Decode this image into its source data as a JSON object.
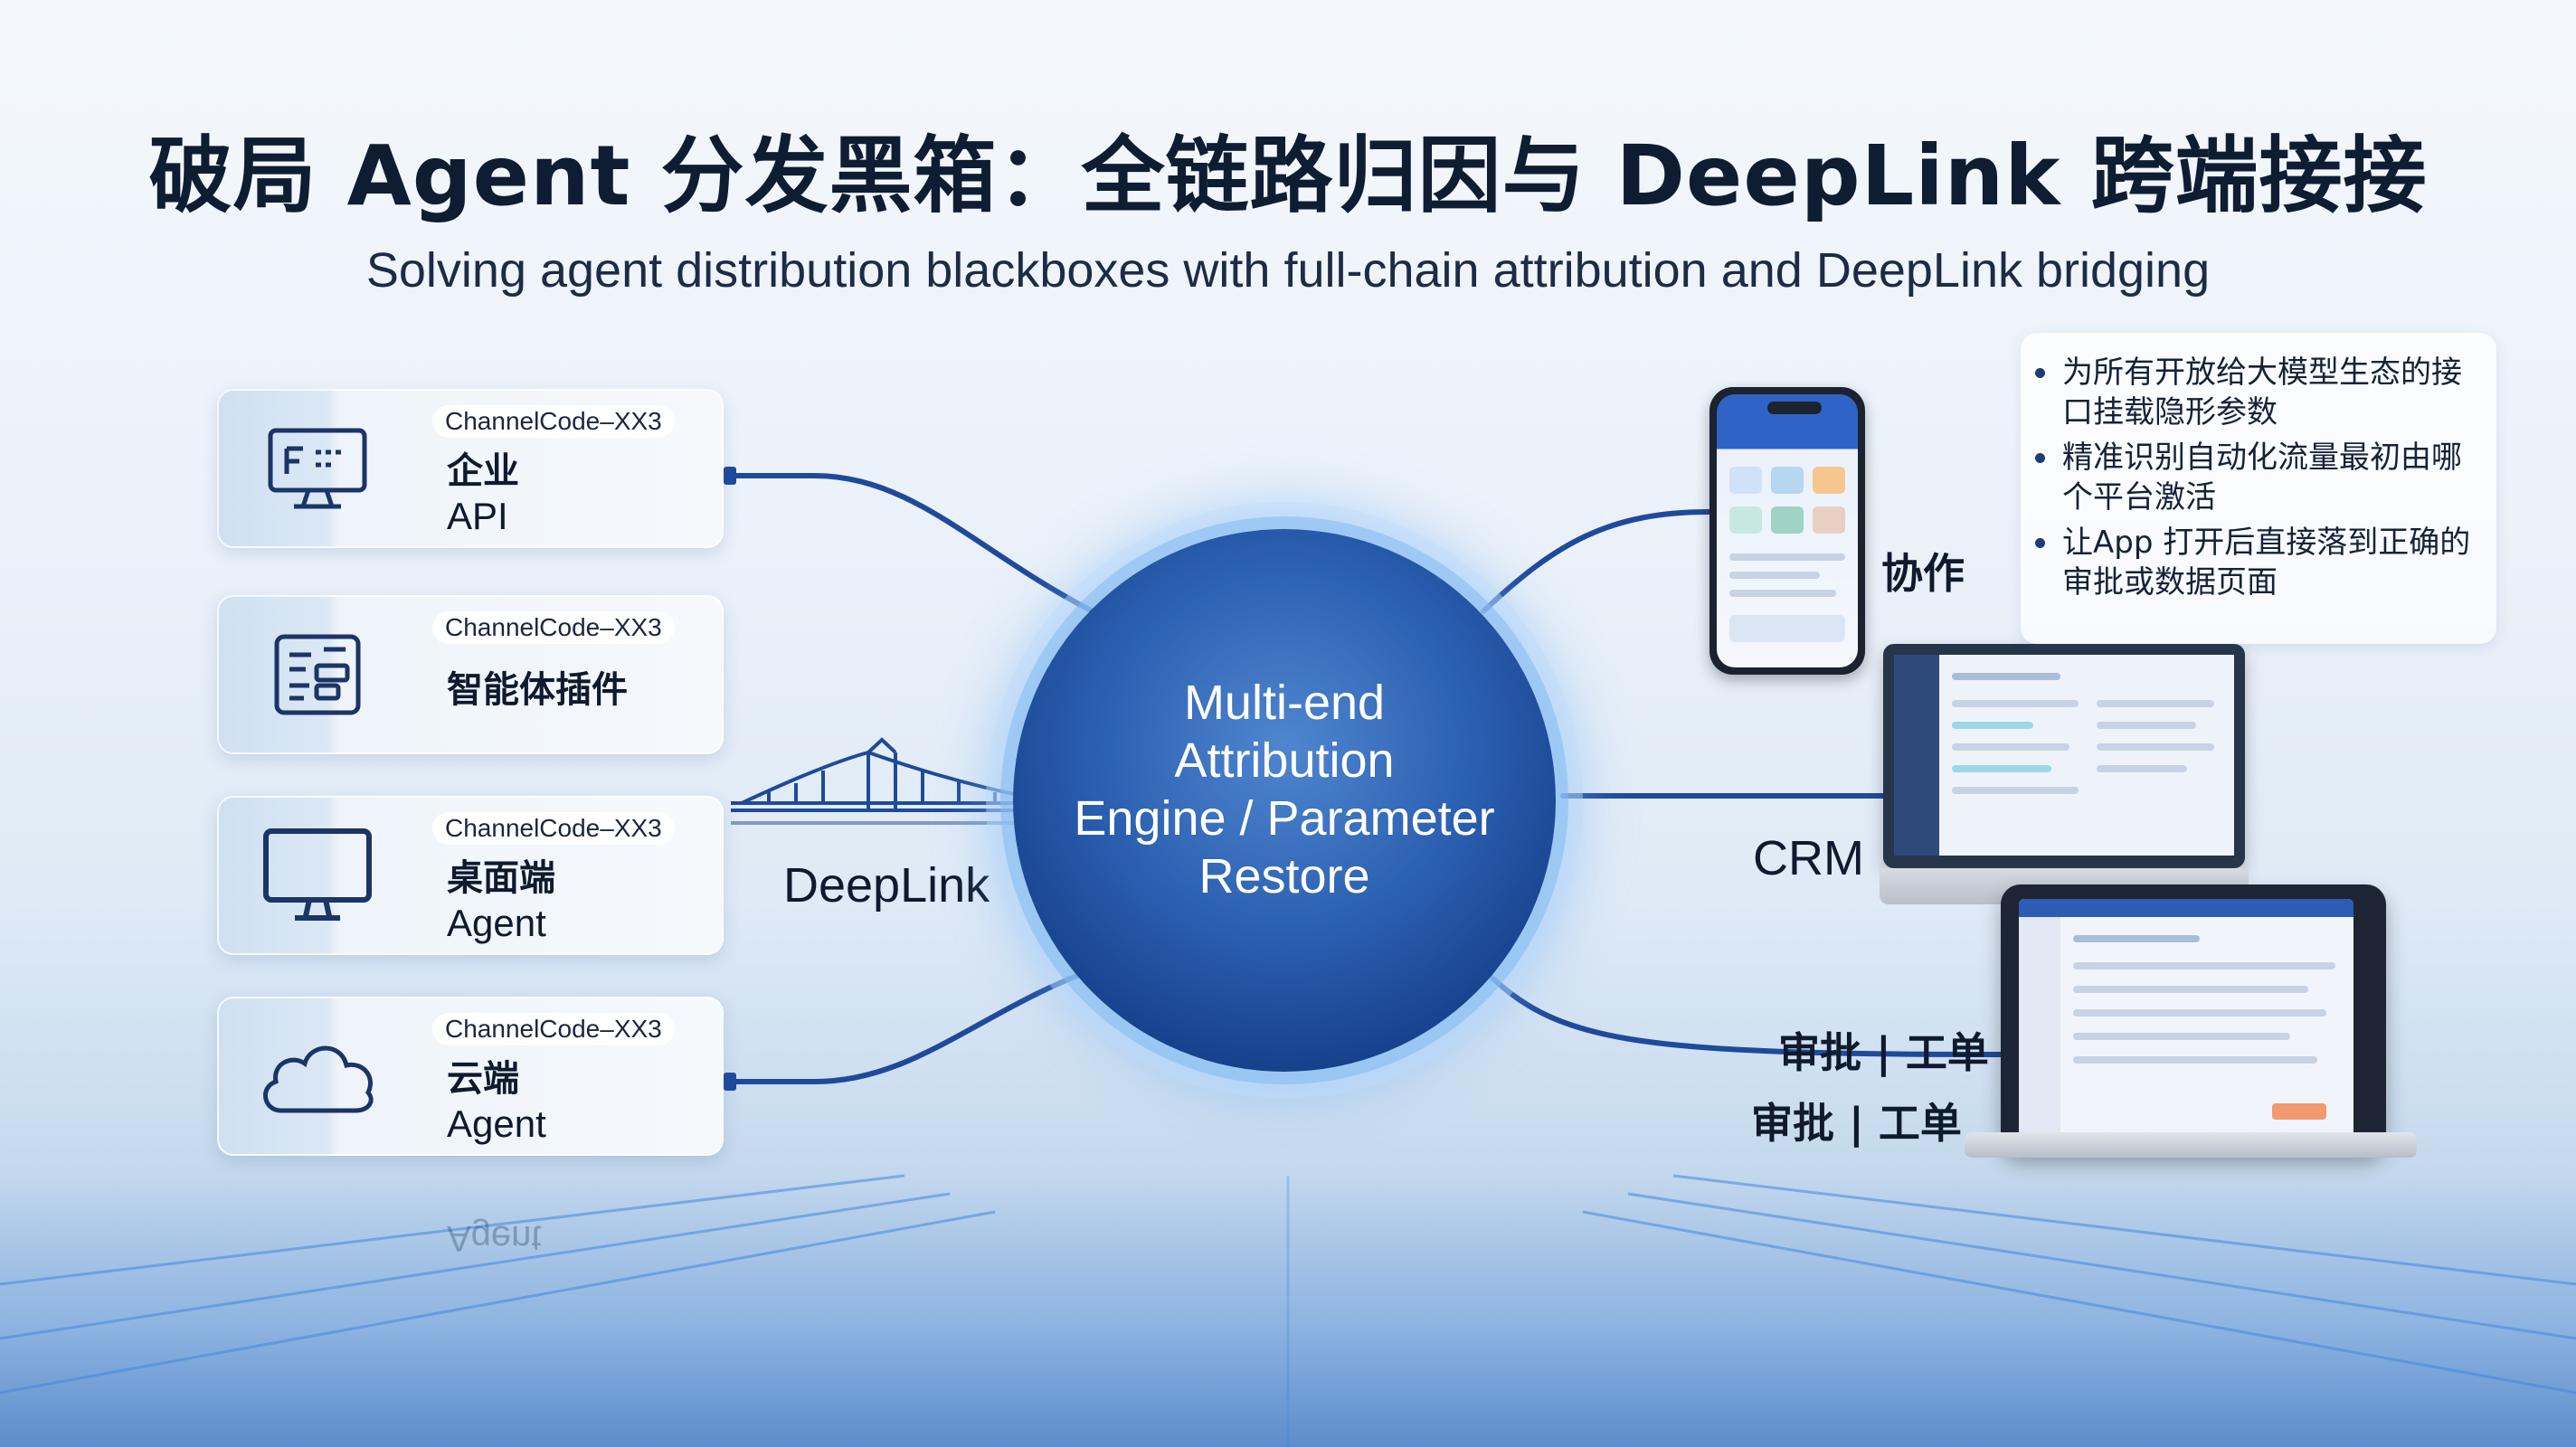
{
  "title": "破局 Agent 分发黑箱：全链路归因与 DeepLink 跨端接接",
  "subtitle": "Solving agent distribution blackboxes with full-chain attribution and DeepLink bridging",
  "sources": [
    {
      "code": "ChannelCode–XX3",
      "line1": "企业",
      "line2": "API",
      "icon": "api-monitor-icon"
    },
    {
      "code": "ChannelCode–XX3",
      "line1": "智能体插件",
      "line2": "",
      "icon": "plugin-panel-icon"
    },
    {
      "code": "ChannelCode–XX3",
      "line1": "桌面端",
      "line2": "Agent",
      "icon": "desktop-monitor-icon"
    },
    {
      "code": "ChannelCode–XX3",
      "line1": "云端",
      "line2": "Agent",
      "icon": "cloud-icon"
    }
  ],
  "bridge_label": "DeepLink",
  "hub": {
    "lines": [
      "Multi-end",
      "Attribution",
      "Engine / Parameter",
      "Restore"
    ]
  },
  "targets": {
    "collab": "协作",
    "crm": "CRM",
    "approval_a": "审批 | 工单",
    "approval_b": "审批 | 工单"
  },
  "bullets": [
    "为所有开放给大模型生态的接口挂载隐形参数",
    "精准识别自动化流量最初由哪个平台激活",
    "让App 打开后直接落到正确的审批或数据页面"
  ],
  "reflection_text": "Agent",
  "colors": {
    "connector": "#1f4a9a",
    "hub": "#2a5fb0",
    "text": "#0f1a2e"
  }
}
